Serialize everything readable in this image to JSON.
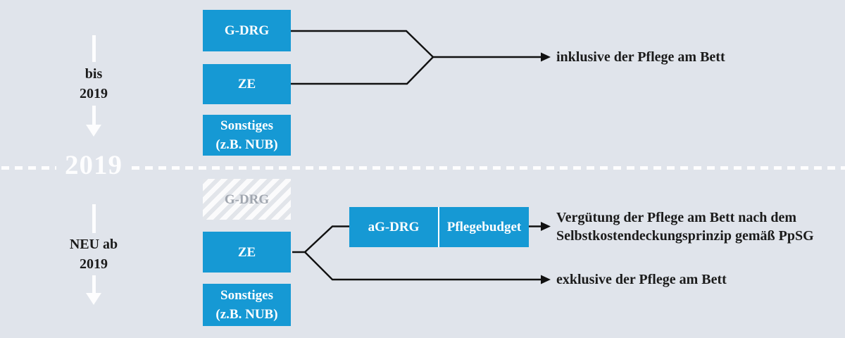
{
  "colors": {
    "background": "#e0e4eb",
    "box_blue": "#1699d4",
    "line_black": "#111111",
    "white_arrow": "#fdfdfe",
    "hatch_text_gray": "#a0a6af"
  },
  "timeline": {
    "top_label_line1": "bis",
    "top_label_line2": "2019",
    "divider_year": "2019",
    "bottom_label_line1": "NEU ab",
    "bottom_label_line2": "2019"
  },
  "before": {
    "boxes": [
      {
        "label": "G-DRG"
      },
      {
        "label": "ZE"
      },
      {
        "label": "Sonstiges",
        "label2": "(z.B. NUB)"
      }
    ],
    "result": "inklusive der Pflege am Bett"
  },
  "after": {
    "boxes": [
      {
        "label": "G-DRG",
        "state": "phased-out-hatched"
      },
      {
        "label": "ZE"
      },
      {
        "label": "Sonstiges",
        "label2": "(z.B. NUB)"
      }
    ],
    "combined": {
      "left": "aG-DRG",
      "right": "Pflegebudget"
    },
    "result_primary_line1": "Vergütung der Pflege am Bett nach dem",
    "result_primary_line2": "Selbstkostendeckungsprinzip gemäß PpSG",
    "result_secondary": "exklusive der Pflege am Bett"
  }
}
